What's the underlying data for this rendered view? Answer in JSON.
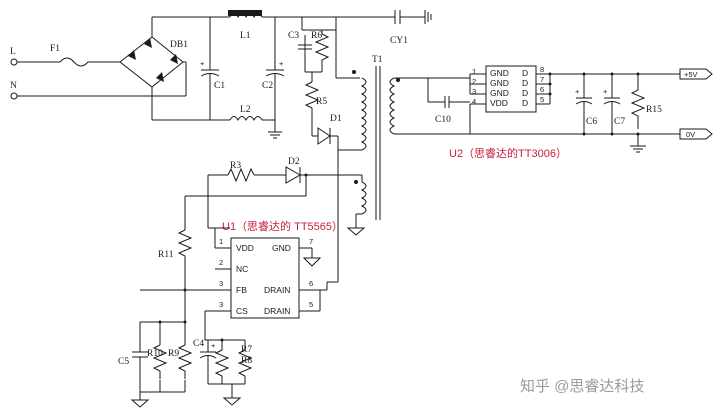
{
  "inputs": {
    "line": "L",
    "neutral": "N"
  },
  "components": {
    "fuse": "F1",
    "bridge": "DB1",
    "inductor_1": "L1",
    "inductor_2": "L2",
    "cap_1": "C1",
    "cap_2": "C2",
    "cap_3": "C3",
    "res_6": "R6",
    "res_5": "R5",
    "diode_1": "D1",
    "ycap": "CY1",
    "transformer": "T1",
    "cap_10": "C10",
    "cap_6": "C6",
    "cap_7": "C7",
    "res_15": "R15",
    "res_3": "R3",
    "diode_2": "D2",
    "res_11": "R11",
    "cap_5": "C5",
    "res_10": "R10",
    "res_9": "R9",
    "cap_4": "C4",
    "res_7": "R7",
    "res_8": "R8"
  },
  "outputs": {
    "pos": "+5V",
    "gnd": "0V"
  },
  "u1": {
    "title": "U1（思睿达的 TT5565）",
    "pins": [
      {
        "num": "1",
        "name": "VDD"
      },
      {
        "num": "2",
        "name": "NC"
      },
      {
        "num": "3",
        "name": "FB"
      },
      {
        "num": "3",
        "name": "CS"
      },
      {
        "num": "7",
        "name": "GND"
      },
      {
        "num": "6",
        "name": "DRAIN"
      },
      {
        "num": "5",
        "name": "DRAIN"
      }
    ]
  },
  "u2": {
    "title": "U2（思睿达的TT3006）",
    "left_pins": [
      {
        "num": "1",
        "name": "GND"
      },
      {
        "num": "2",
        "name": "GND"
      },
      {
        "num": "3",
        "name": "GND"
      },
      {
        "num": "4",
        "name": "VDD"
      }
    ],
    "right_pins": [
      {
        "num": "8",
        "name": "D"
      },
      {
        "num": "7",
        "name": "D"
      },
      {
        "num": "6",
        "name": "D"
      },
      {
        "num": "5",
        "name": "D"
      }
    ]
  },
  "watermark": "知乎 @思睿达科技"
}
